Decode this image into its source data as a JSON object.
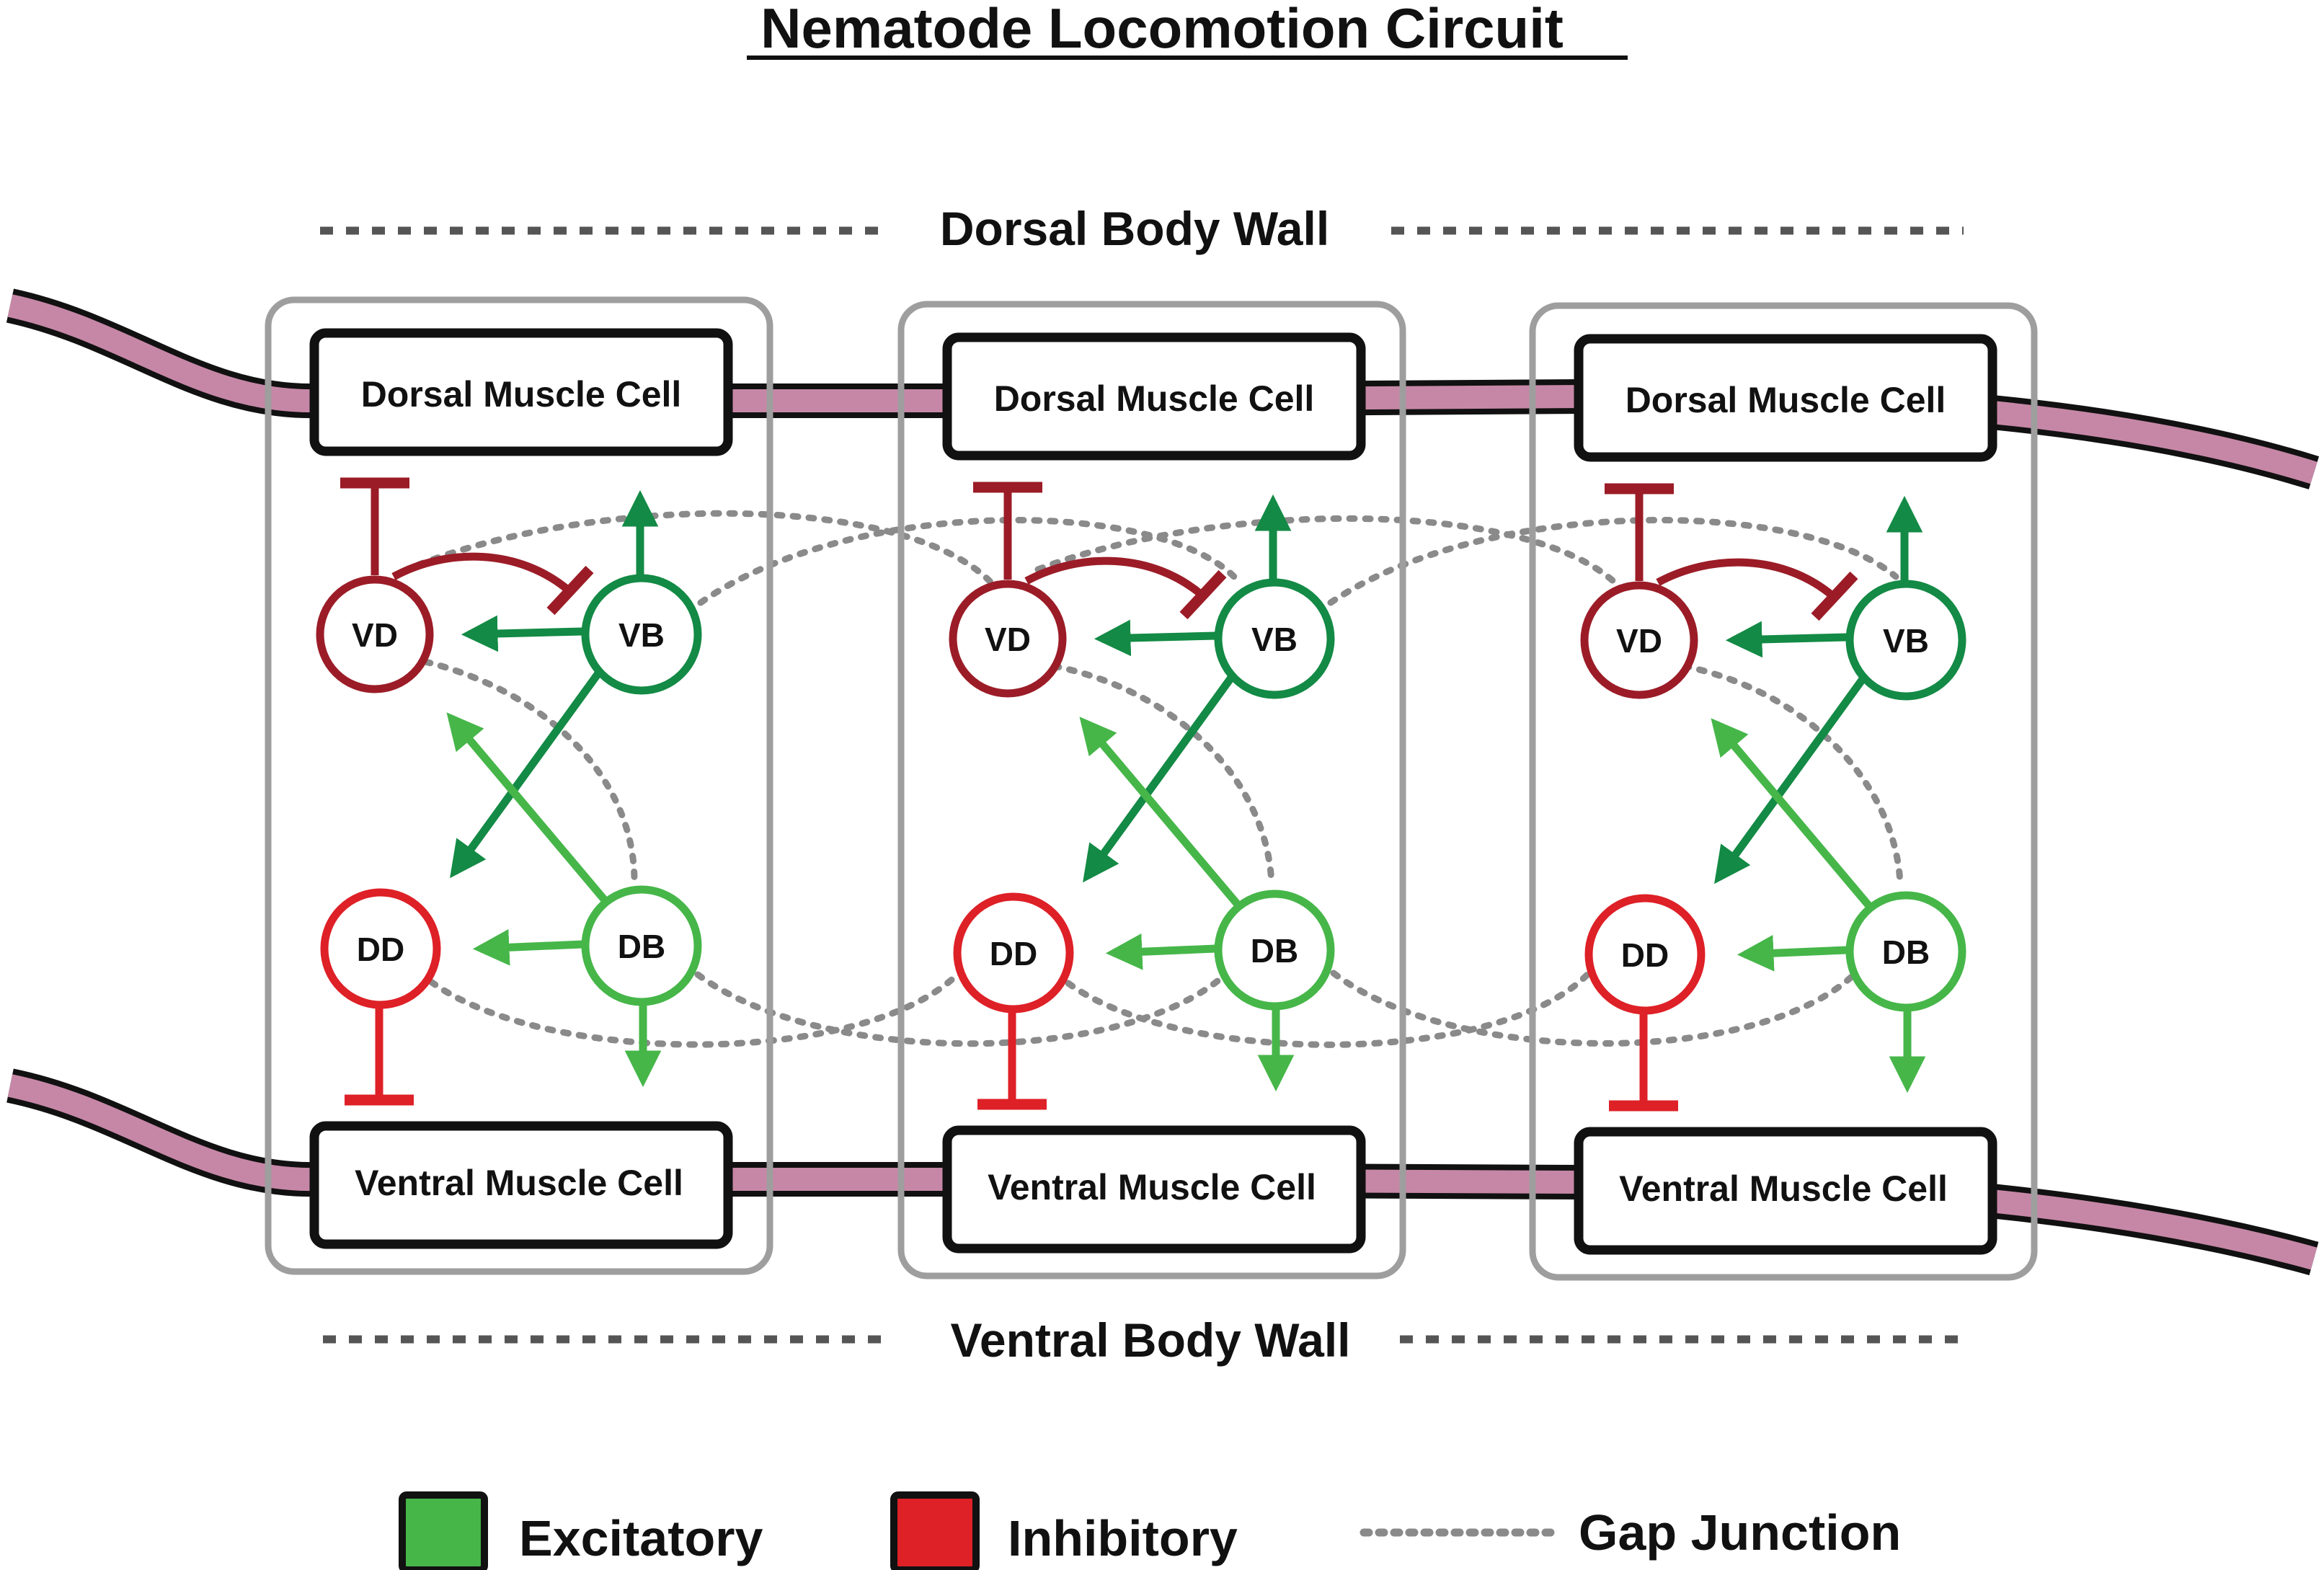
{
  "title": "Nematode Locomotion Circuit",
  "dorsal_wall_label": "Dorsal Body Wall",
  "ventral_wall_label": "Ventral Body Wall",
  "dorsal_cell_label": "Dorsal Muscle Cell",
  "ventral_cell_label": "Ventral Muscle Cell",
  "neurons": {
    "vd": "VD",
    "vb": "VB",
    "dd": "DD",
    "db": "DB"
  },
  "legend": {
    "excitatory": "Excitatory",
    "inhibitory": "Inhibitory",
    "gap_junction": "Gap Junction"
  },
  "colors": {
    "excitatory_dark": "#138a45",
    "excitatory_light": "#46b649",
    "inhibitory_dark": "#9b1c27",
    "inhibitory_light": "#de2027",
    "muscle_band": "#c687a6",
    "segment_frame": "#9e9e9e",
    "gap_junction": "#8a8a8a"
  },
  "segment_count": 3
}
